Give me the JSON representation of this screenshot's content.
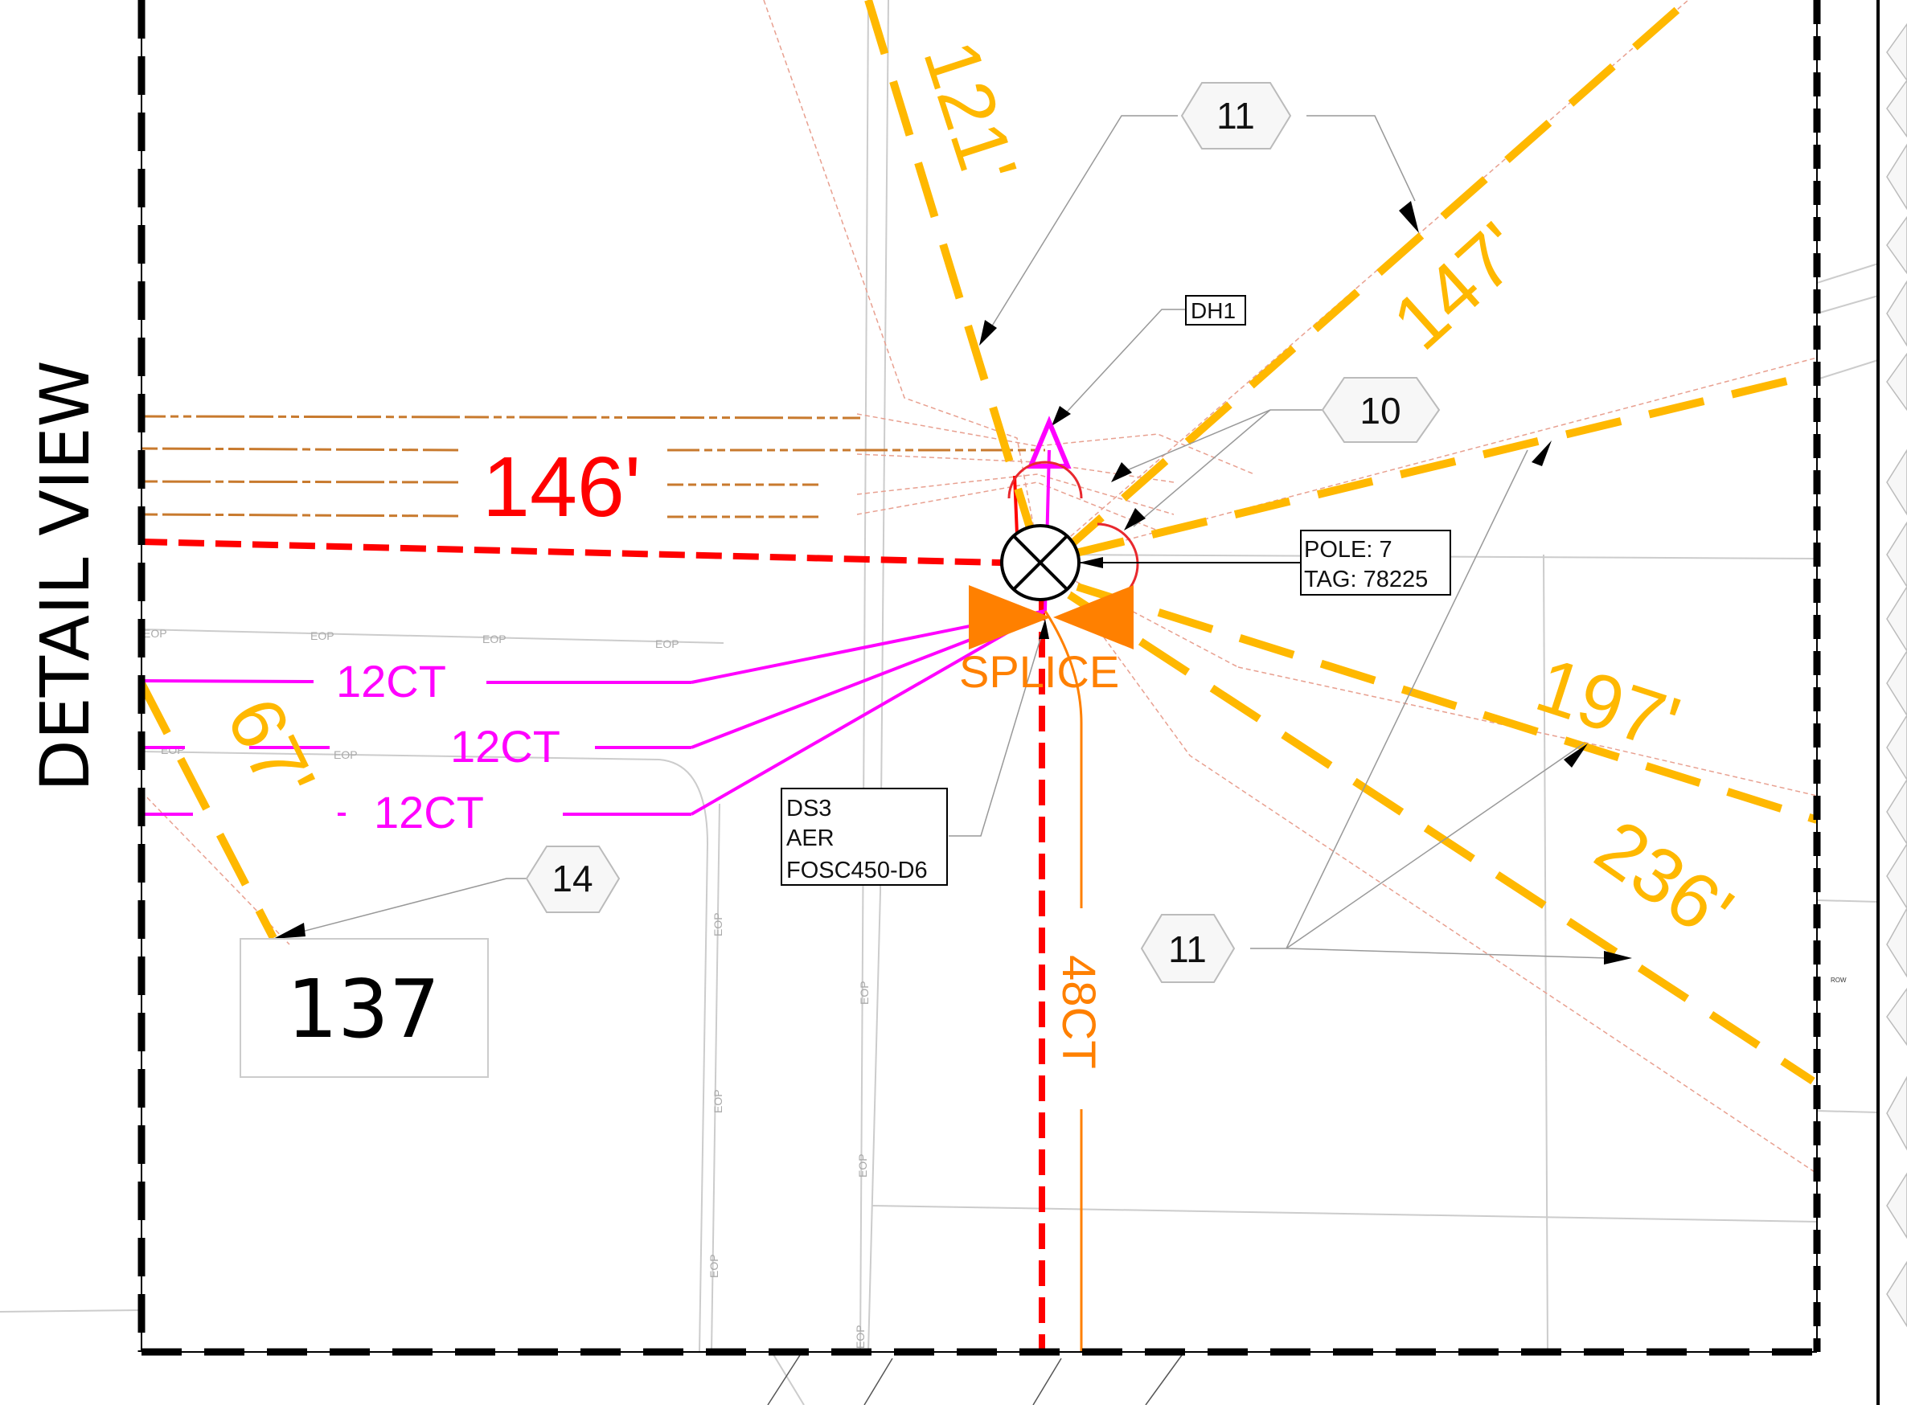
{
  "sheet": {
    "title": "DETAIL VIEW",
    "colors": {
      "frame": "#000000",
      "aerial_fiber": "#FFB800",
      "existing_route": "#FF0000",
      "drop_cable": "#FF00FF",
      "splice": "#FF8000",
      "existing_lines": "#C87A2E",
      "hex_fill": "#F7F7F7",
      "hex_stroke": "#BBBBBB",
      "row_lines": "#CCCCCC",
      "property_lines": "#E8A090"
    }
  },
  "span_lengths": [
    {
      "id": "span-121",
      "label": "121'"
    },
    {
      "id": "span-147",
      "label": "147'"
    },
    {
      "id": "span-146",
      "label": "146'"
    },
    {
      "id": "span-197",
      "label": "197'"
    },
    {
      "id": "span-236",
      "label": "236'"
    },
    {
      "id": "span-67",
      "label": "67'"
    }
  ],
  "cables": [
    {
      "id": "drop-1",
      "label": "12CT"
    },
    {
      "id": "drop-2",
      "label": "12CT"
    },
    {
      "id": "drop-3",
      "label": "12CT"
    },
    {
      "id": "feeder",
      "label": "48CT"
    }
  ],
  "pole": {
    "line1": "POLE: 7",
    "line2": "TAG: 78225"
  },
  "splice": {
    "label": "SPLICE",
    "callout_lines": [
      "DS3",
      "AER",
      "FOSC450-D6"
    ]
  },
  "down_guy": {
    "label": "DH1"
  },
  "keynotes": [
    {
      "id": "kn-11-top",
      "value": "11"
    },
    {
      "id": "kn-10",
      "value": "10"
    },
    {
      "id": "kn-14",
      "value": "14"
    },
    {
      "id": "kn-11-bottom",
      "value": "11"
    }
  ],
  "lot_number": "137",
  "edge_labels": {
    "eop": "EOP",
    "row": "ROW"
  }
}
